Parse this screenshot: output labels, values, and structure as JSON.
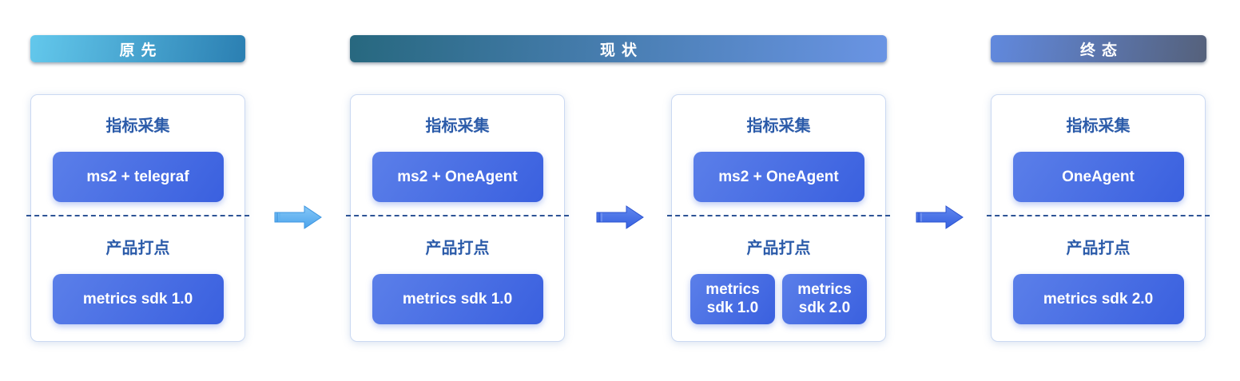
{
  "phases": [
    {
      "label": "原先",
      "gradient": [
        "#63C8EC",
        "#2B7FB2"
      ]
    },
    {
      "label": "现状",
      "gradient": [
        "#27687F",
        "#6A94E4"
      ]
    },
    {
      "label": "终态",
      "gradient": [
        "#6189DE",
        "#55617B"
      ]
    }
  ],
  "cards": [
    {
      "top_title": "指标采集",
      "top_buttons": [
        "ms2 + telegraf"
      ],
      "bottom_title": "产品打点",
      "bottom_buttons": [
        "metrics sdk 1.0"
      ]
    },
    {
      "top_title": "指标采集",
      "top_buttons": [
        "ms2 + OneAgent"
      ],
      "bottom_title": "产品打点",
      "bottom_buttons": [
        "metrics sdk 1.0"
      ]
    },
    {
      "top_title": "指标采集",
      "top_buttons": [
        "ms2 + OneAgent"
      ],
      "bottom_title": "产品打点",
      "bottom_buttons": [
        "metrics sdk 1.0",
        "metrics sdk 2.0"
      ]
    },
    {
      "top_title": "指标采集",
      "top_buttons": [
        "OneAgent"
      ],
      "bottom_title": "产品打点",
      "bottom_buttons": [
        "metrics sdk 2.0"
      ]
    }
  ],
  "colors": {
    "card_border": "#CBD9F2",
    "section_title": "#2B5BA9",
    "pill_gradient": [
      "#5B7FE9",
      "#3A60DF"
    ],
    "divider": "#2E5496",
    "arrow_light": [
      "#86C8F7",
      "#4BA3EC"
    ],
    "arrow_blue": [
      "#6188EE",
      "#3660E0"
    ]
  }
}
